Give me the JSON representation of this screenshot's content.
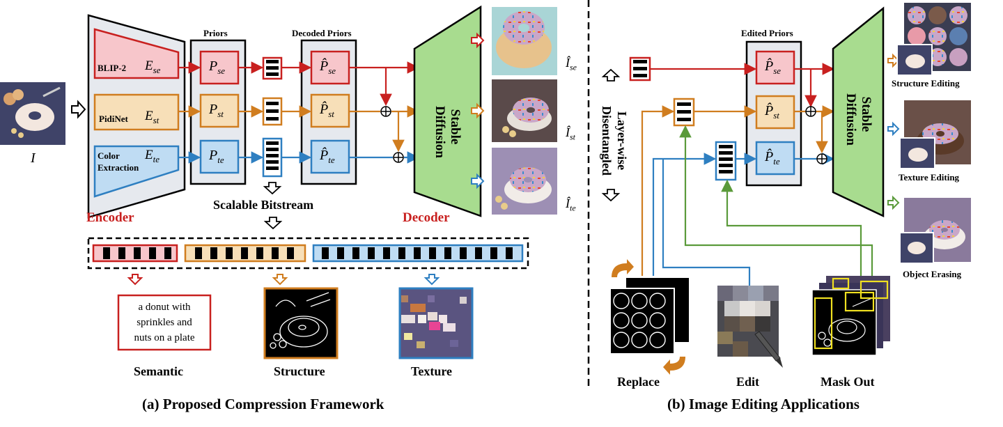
{
  "input": {
    "label": "I"
  },
  "encoder": {
    "title": "Encoder",
    "rows": [
      {
        "name": "BLIP-2",
        "symbol": "E",
        "sub": "se"
      },
      {
        "name": "PidiNet",
        "symbol": "E",
        "sub": "st"
      },
      {
        "name_line1": "Color",
        "name_line2": "Extraction",
        "symbol": "E",
        "sub": "te"
      }
    ]
  },
  "priors": {
    "title": "Priors",
    "items": [
      {
        "symbol": "P",
        "sub": "se"
      },
      {
        "symbol": "P",
        "sub": "st"
      },
      {
        "symbol": "P",
        "sub": "te"
      }
    ]
  },
  "decoded_priors": {
    "title": "Decoded Priors",
    "items": [
      {
        "symbol": "P̂",
        "sub": "se"
      },
      {
        "symbol": "P̂",
        "sub": "st"
      },
      {
        "symbol": "P̂",
        "sub": "te"
      }
    ]
  },
  "decoder": {
    "title": "Decoder",
    "model_line1": "Stable",
    "model_line2": "Diffusion"
  },
  "outputs": [
    {
      "symbol": "Î",
      "sub": "se"
    },
    {
      "symbol": "Î",
      "sub": "st"
    },
    {
      "symbol": "Î",
      "sub": "te"
    }
  ],
  "bitstream": {
    "label": "Scalable Bitstream"
  },
  "semantic_text": [
    "a donut with",
    "sprinkles and",
    "nuts on a plate"
  ],
  "layer_labels": [
    "Semantic",
    "Structure",
    "Texture"
  ],
  "caption_a": "(a) Proposed Compression Framework",
  "layerwise": {
    "line1": "Layer-wise",
    "line2": "Disentangled"
  },
  "edited_priors": {
    "title": "Edited Priors",
    "items": [
      {
        "symbol": "P̂",
        "sub": "se"
      },
      {
        "symbol": "P̂",
        "sub": "st"
      },
      {
        "symbol": "P̂",
        "sub": "te"
      }
    ]
  },
  "decoder_b": {
    "model_line1": "Stable",
    "model_line2": "Diffusion"
  },
  "edit_results": [
    "Structure Editing",
    "Texture Editing",
    "Object Erasing"
  ],
  "edit_ops": [
    "Replace",
    "Edit",
    "Mask Out"
  ],
  "caption_b": "(b) Image Editing Applications",
  "colors": {
    "semantic": "#c8201f",
    "structure": "#d07d1f",
    "texture": "#2e7fc1",
    "green": "#5a9a3a",
    "diffusion": "#a8dc8f"
  }
}
